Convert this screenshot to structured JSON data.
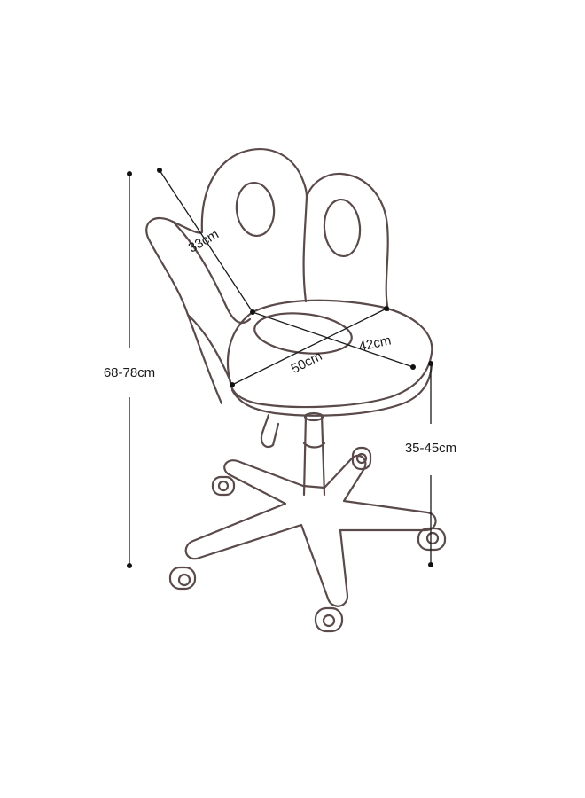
{
  "dimensions": {
    "total_height": "68-78cm",
    "seat_height": "35-45cm",
    "back_depth": "33cm",
    "seat_depth": "42cm",
    "seat_width": "50cm"
  }
}
